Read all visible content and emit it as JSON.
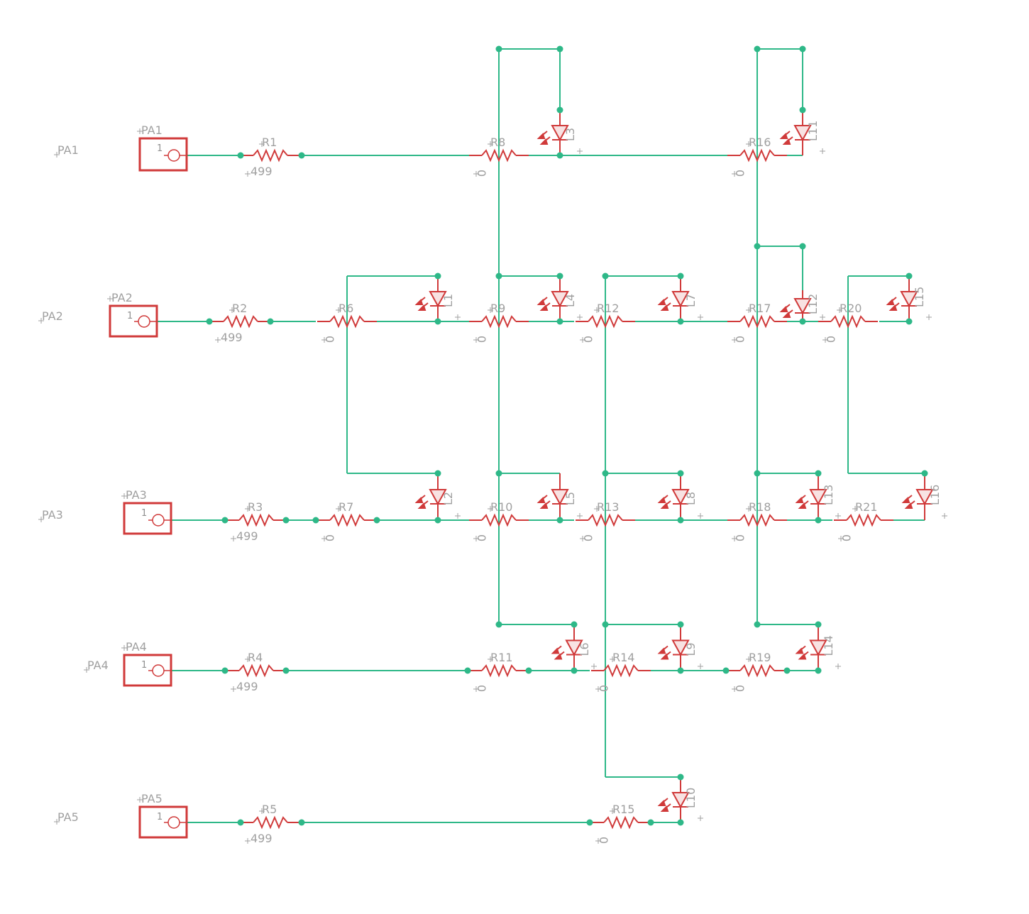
{
  "connectors": [
    {
      "name": "PA1",
      "pin": "1",
      "net": "PA1"
    },
    {
      "name": "PA2",
      "pin": "1",
      "net": "PA2"
    },
    {
      "name": "PA3",
      "pin": "1",
      "net": "PA3"
    },
    {
      "name": "PA4",
      "pin": "1",
      "net": "PA4"
    },
    {
      "name": "PA5",
      "pin": "1",
      "net": "PA5"
    }
  ],
  "resistors": [
    {
      "name": "R1",
      "value": "499"
    },
    {
      "name": "R2",
      "value": "499"
    },
    {
      "name": "R3",
      "value": "499"
    },
    {
      "name": "R4",
      "value": "499"
    },
    {
      "name": "R5",
      "value": "499"
    },
    {
      "name": "R6",
      "value": "0"
    },
    {
      "name": "R7",
      "value": "0"
    },
    {
      "name": "R8",
      "value": "0"
    },
    {
      "name": "R9",
      "value": "0"
    },
    {
      "name": "R10",
      "value": "0"
    },
    {
      "name": "R11",
      "value": "0"
    },
    {
      "name": "R12",
      "value": "0"
    },
    {
      "name": "R13",
      "value": "0"
    },
    {
      "name": "R14",
      "value": "0"
    },
    {
      "name": "R15",
      "value": "0"
    },
    {
      "name": "R16",
      "value": "0"
    },
    {
      "name": "R17",
      "value": "0"
    },
    {
      "name": "R18",
      "value": "0"
    },
    {
      "name": "R19",
      "value": "0"
    },
    {
      "name": "R20",
      "value": "0"
    },
    {
      "name": "R21",
      "value": "0"
    }
  ],
  "leds": [
    "L1",
    "L2",
    "L3",
    "L4",
    "L5",
    "L6",
    "L7",
    "L8",
    "L9",
    "L10",
    "L11",
    "L12",
    "L13",
    "L14",
    "L15",
    "L16"
  ],
  "colors": {
    "wire": "#2eb888",
    "part": "#d03a3a",
    "label": "#a0a0a0"
  }
}
